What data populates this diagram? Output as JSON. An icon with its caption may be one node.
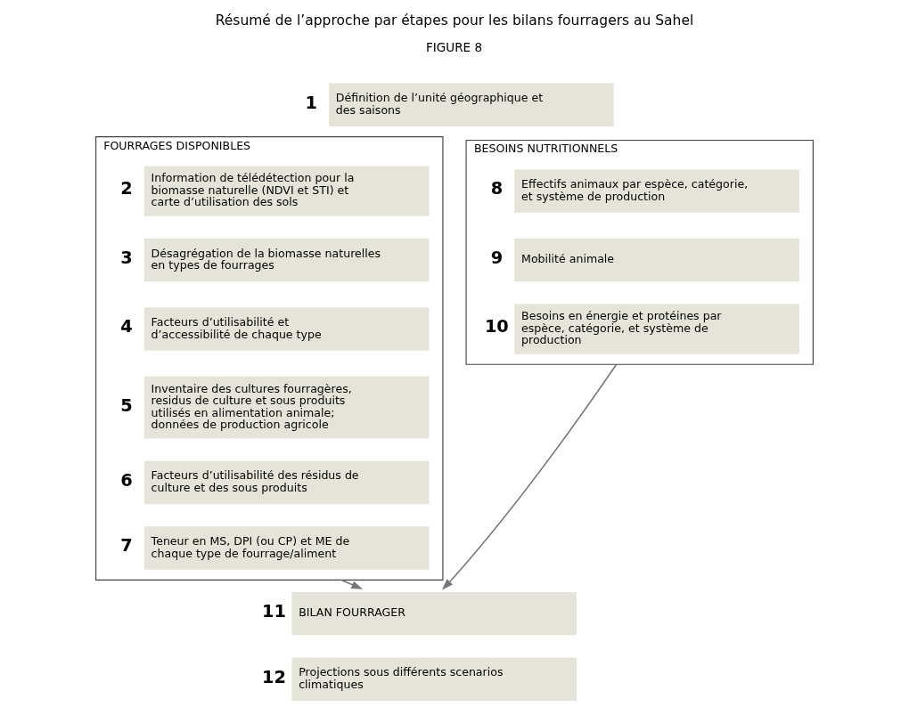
{
  "diagram": {
    "title": "Résumé de l’approche par étapes pour les bilans fourragers au Sahel",
    "nodes": [
      {
        "text": [
          "Définition de l’unité géographique et des saisons"
        ],
        "beside": [
          "1"
        ]
      },
      {
        "text": [
          "FOURRAGES DISPONIBLES"
        ]
      },
      {
        "text": [
          "Information de télédétection pour la biomasse naturelle (NDVI et STI) et carte d’utilisation des sols"
        ],
        "beside": [
          "2"
        ],
        "in": 1
      },
      {
        "text": [
          "Désagrégation de la biomasse naturelles en types de fourrages"
        ],
        "beside": [
          "3"
        ],
        "in": 1
      },
      {
        "text": [
          "Facteurs d’utilisabilité et d’accessibilité de chaque type"
        ],
        "beside": [
          "4"
        ],
        "in": 1
      },
      {
        "text": [
          "Inventaire des cultures fourragères, residus de culture et sous produits utilisés en alimentation animale; données de production agricole"
        ],
        "beside": [
          "5"
        ],
        "in": 1
      },
      {
        "text": [
          "Facteurs d’utilisabilité des résidus de culture et des sous produits"
        ],
        "beside": [
          "6"
        ],
        "in": 1
      },
      {
        "text": [
          "Teneur en MS, DPI (ou CP) et ME de chaque type de fourrage/aliment"
        ],
        "beside": [
          "7"
        ],
        "in": 1
      },
      {
        "text": [
          "BESOINS NUTRITIONNELS"
        ]
      },
      {
        "text": [
          "Effectifs animaux par espèce, catégorie, et système de production"
        ],
        "beside": [
          "8"
        ],
        "in": 8
      },
      {
        "text": [
          "Mobilité animale"
        ],
        "beside": [
          "9"
        ],
        "in": 8
      },
      {
        "text": [
          "Besoins en énergie et protéines par espèce, catégorie, et système de production"
        ],
        "beside": [
          "10"
        ],
        "in": 8
      },
      {
        "text": [
          "BILAN FOURRAGER"
        ],
        "beside": [
          "11"
        ]
      },
      {
        "text": [
          "Projections sous différents scenarios climatiques"
        ],
        "beside": [
          "12"
        ]
      }
    ],
    "edges": [
      {
        "from": 1,
        "to": 12,
        "arrow": "to"
      },
      {
        "from": 8,
        "to": 12,
        "arrow": "to"
      }
    ],
    "labels": [
      "FIGURE 8"
    ]
  }
}
